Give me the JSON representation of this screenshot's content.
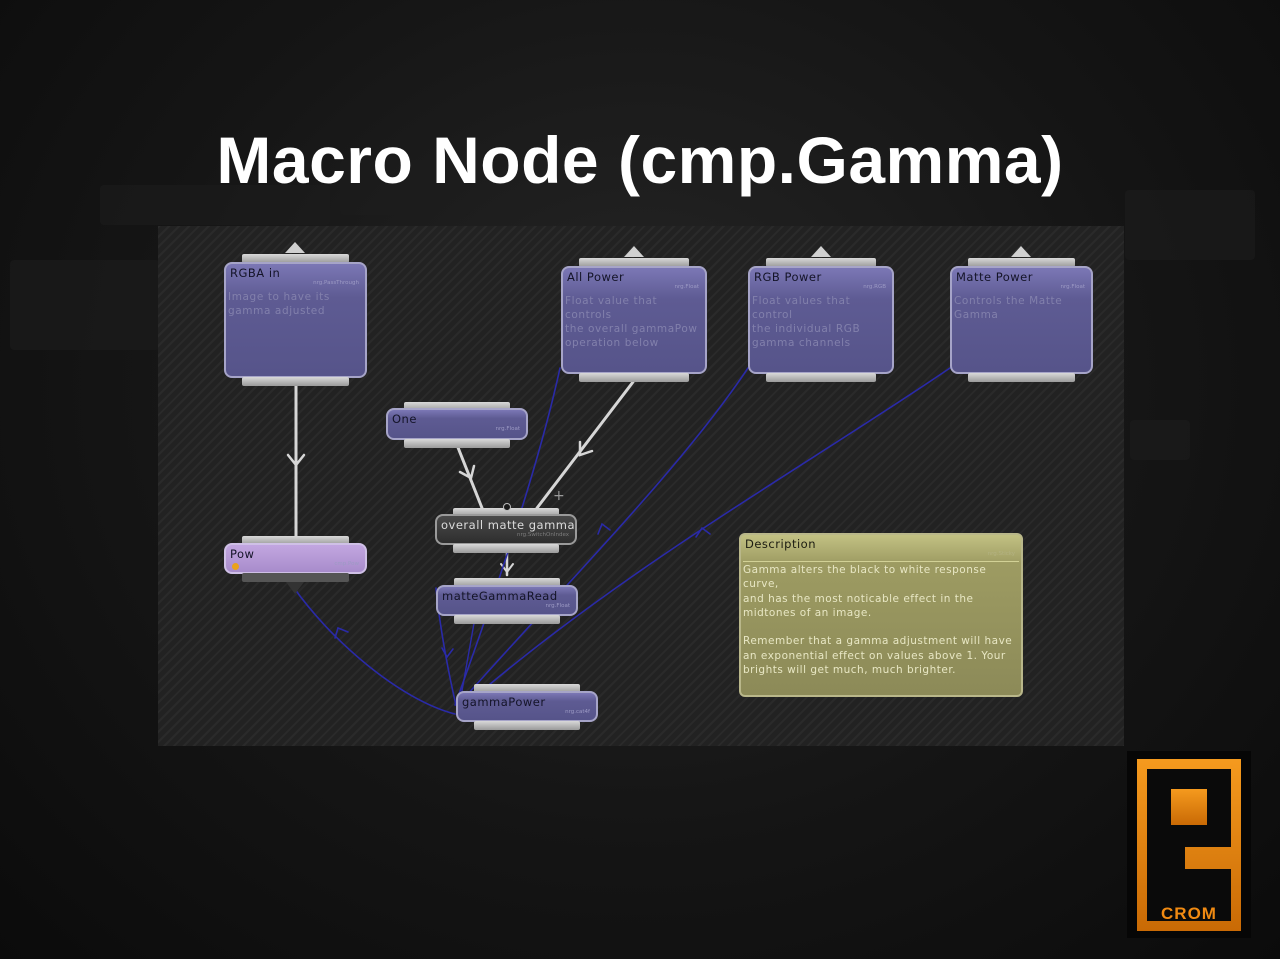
{
  "slide": {
    "title": "Macro Node (cmp.Gamma)"
  },
  "colors": {
    "node_purple": "#5e5b93",
    "node_pow": "#b598d6",
    "node_dark": "#3a3a3a",
    "sticky": "#9d9b62",
    "wire_blue": "#2a2aa8",
    "wire_white": "#d6d6d6",
    "logo_orange": "#f08a12"
  },
  "nodes": {
    "rgba_in": {
      "name": "RGBA in",
      "type": "nrg.PassThrough",
      "desc": "Image to have its\ngamma adjusted"
    },
    "all_power": {
      "name": "All Power",
      "type": "nrg.Float",
      "desc": "Float value that controls\nthe overall gammaPow\noperation below"
    },
    "rgb_power": {
      "name": "RGB Power",
      "type": "nrg.RGB",
      "desc": "Float values that control\nthe individual RGB\ngamma channels"
    },
    "matte_power": {
      "name": "Matte Power",
      "type": "nrg.Float",
      "desc": "Controls the Matte\nGamma"
    },
    "one": {
      "name": "One",
      "type": "nrg.Float"
    },
    "pow": {
      "name": "Pow",
      "type": "cmp.Pow"
    },
    "overall_matte_gamma": {
      "name": "overall matte gamma",
      "type": "nrg.SwitchOnIndex"
    },
    "matte_gamma_read": {
      "name": "matteGammaRead",
      "type": "nrg.Float"
    },
    "gamma_power": {
      "name": "gammaPower",
      "type": "nrg.cat4f"
    },
    "description": {
      "name": "Description",
      "type": "nrg.Sticky",
      "desc": "Gamma alters the black to white response curve,\nand has the most noticable effect in the\nmidtones of an image.\n\nRemember that a gamma adjustment will have\nan exponential effect on values above 1. Your\nbrights will get much, much brighter."
    }
  },
  "add_icon": "plus-icon",
  "logo": {
    "text": "CROM"
  }
}
